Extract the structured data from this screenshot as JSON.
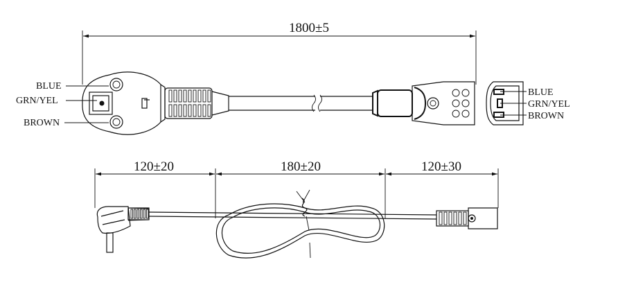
{
  "dimensions": {
    "total_length": "1800±5",
    "plug_segment": "120±20",
    "middle_segment": "180±20",
    "connector_segment": "120±30"
  },
  "plug_wire_labels": {
    "blue": "BLUE",
    "grn_yel": "GRN/YEL",
    "brown": "BROWN"
  },
  "connector_wire_labels": {
    "blue": "BLUE",
    "grn_yel": "GRN/YEL",
    "brown": "BROWN"
  }
}
